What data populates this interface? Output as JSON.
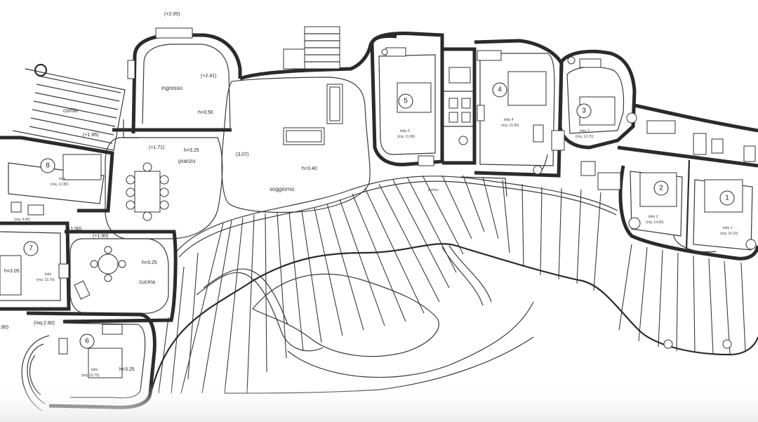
{
  "levels": {
    "top": "(+2.05)",
    "ingresso_lvl": "(+2.41)",
    "soggiorno_lvl": "(3.07)",
    "pranzo_lvl": "(+1.71)",
    "cucina_lvl_a": "(+1.00)",
    "cucina_lvl_b": "(+1.90)",
    "cortile_lvl": "(+1.95)"
  },
  "rooms": {
    "ingresso": "ingresso",
    "ingresso_h": "h=3.50",
    "soggiorno": "soggiorno",
    "soggiorno_h": "h=3.40",
    "pranzo": "pranzo",
    "pranzo_h": "h=3.25",
    "cucina": "cucina",
    "cucina_h": "h=3.25",
    "cortile": "cortile",
    "portico": "portico",
    "room7_h": "h=3.05",
    "room7_label": "letto",
    "room7_area": "(mq. 13.70)",
    "room8_label": "letto",
    "room8_area": "(mq. 12.80)",
    "bath8_area": "(mq. 4.40)",
    "room6_label": "letto",
    "room6_area": "(mq. 15.70)",
    "room6_h": "h=3.25",
    "bath6_area": "(mq.2.80)",
    "left_cut": ".80)",
    "room5_label": "letto 5",
    "room5_area": "(mq. 11.80)",
    "room4_label": "letto 4",
    "room4_area": "(mq. 16.80)",
    "room3_label": "letto 3",
    "room3_area": "(mq. 13.70)",
    "room2_label": "letto 2",
    "room2_area": "(mq. 14.80)",
    "room1_label": "letto 1",
    "room1_area": "(mq. 16.20)"
  },
  "numbers": [
    "1",
    "2",
    "3",
    "4",
    "5",
    "6",
    "7",
    "8"
  ]
}
